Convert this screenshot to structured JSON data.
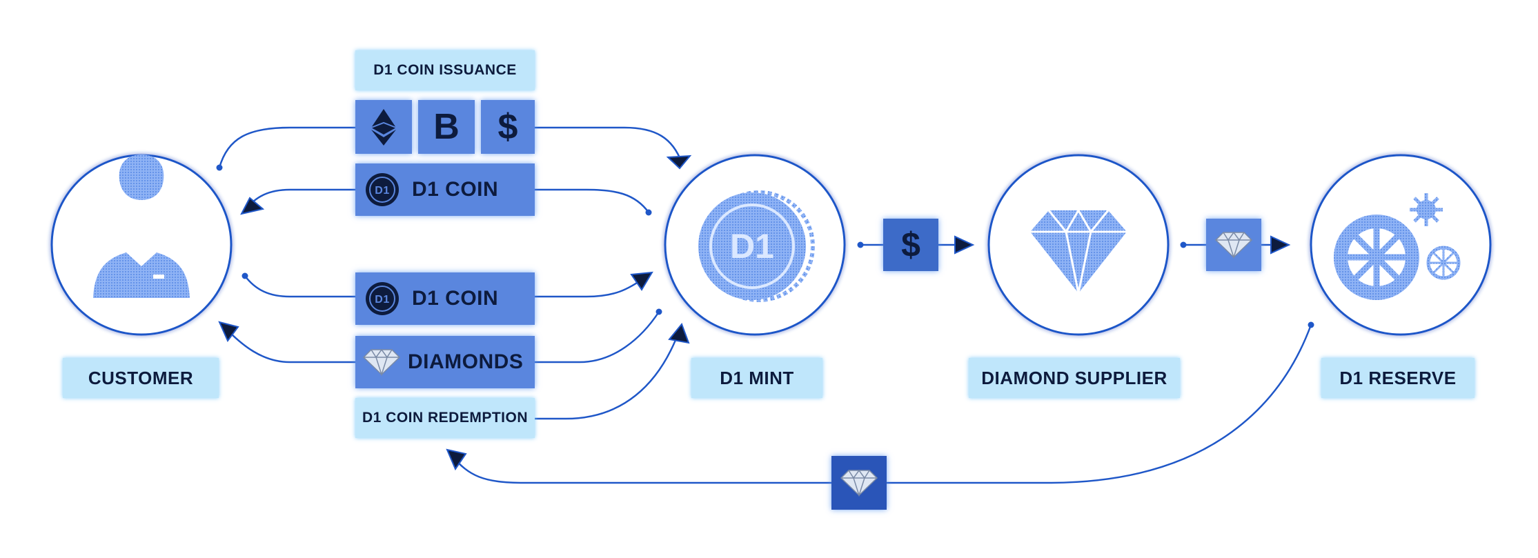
{
  "nodes": {
    "customer": "CUSTOMER",
    "mint": "D1 MINT",
    "supplier": "DIAMOND SUPPLIER",
    "reserve": "D1 RESERVE"
  },
  "issuance": {
    "title": "D1 COIN ISSUANCE",
    "eth_icon": "ethereum-icon",
    "btc_glyph": "B",
    "usd_glyph": "$",
    "coin_label": "D1 COIN"
  },
  "redemption": {
    "title": "D1 COIN REDEMPTION",
    "coin_label": "D1 COIN",
    "diamonds_label": "DIAMONDS"
  },
  "mint_coin_text": "D1",
  "coin_badge_text": "D1",
  "payment_glyph": "$",
  "colors": {
    "line": "#1f57c8",
    "circle": "#1f57c8",
    "tile": "#5a86de",
    "label_bg": "#bfe6fb",
    "text": "#0d1b3d",
    "icon": "#6f9cf0"
  }
}
